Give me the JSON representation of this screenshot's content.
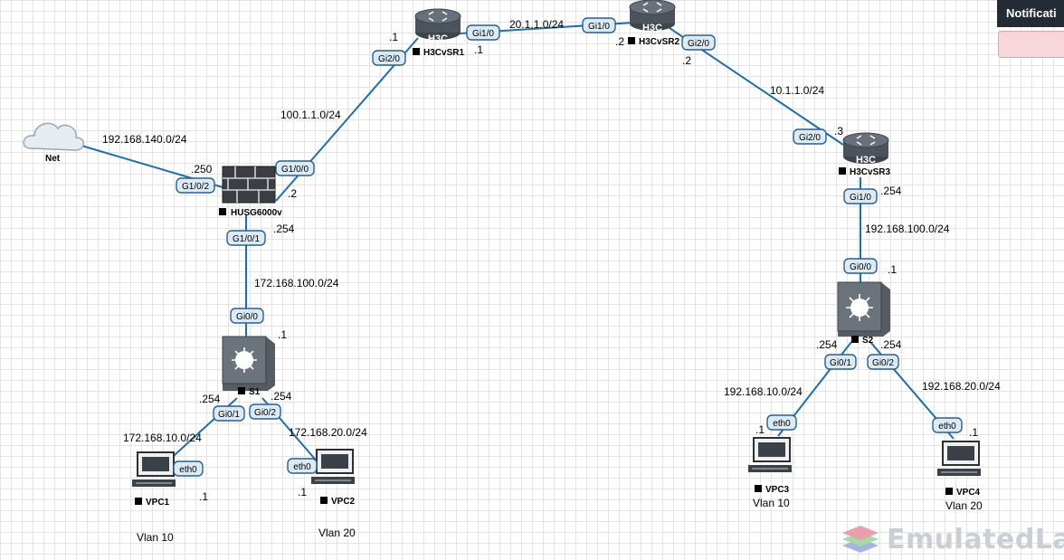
{
  "notification": {
    "title": "Notificati"
  },
  "watermark": {
    "text": "EmulatedLab",
    "colors": [
      "#e9a0a8",
      "#a8d8a8",
      "#a6b4e3"
    ]
  },
  "colors": {
    "link": "#1f6ea5",
    "interface_fill": "#dceaf6",
    "interface_stroke": "#2a5f8d"
  },
  "nodes": {
    "net": {
      "label": "Net",
      "icon": "cloud-icon"
    },
    "fw": {
      "label": "HUSG6000v",
      "icon": "firewall-icon"
    },
    "r1": {
      "label": "H3CvSR1",
      "icon": "router-icon",
      "badge": "H3C"
    },
    "r2": {
      "label": "H3CvSR2",
      "icon": "router-icon",
      "badge": "H3C"
    },
    "r3": {
      "label": "H3CvSR3",
      "icon": "router-icon",
      "badge": "H3C"
    },
    "s1": {
      "label": "S1",
      "icon": "switch-icon"
    },
    "s2": {
      "label": "S2",
      "icon": "switch-icon"
    },
    "vpc1": {
      "label": "VPC1",
      "icon": "pc-icon",
      "vlan": "Vlan 10"
    },
    "vpc2": {
      "label": "VPC2",
      "icon": "pc-icon",
      "vlan": "Vlan 20"
    },
    "vpc3": {
      "label": "VPC3",
      "icon": "pc-icon",
      "vlan": "Vlan 10"
    },
    "vpc4": {
      "label": "VPC4",
      "icon": "pc-icon",
      "vlan": "Vlan 20"
    }
  },
  "networks": {
    "net_fw": "192.168.140.0/24",
    "fw_r1": "100.1.1.0/24",
    "r1_r2": "20.1.1.0/24",
    "r2_r3": "10.1.1.0/24",
    "r3_s2": "192.168.100.0/24",
    "fw_s1": "172.168.100.0/24",
    "s1_vpc1": "172.168.10.0/24",
    "s1_vpc2": "172.168.20.0/24",
    "s2_vpc3": "192.168.10.0/24",
    "s2_vpc4": "192.168.20.0/24"
  },
  "interfaces": {
    "fw_g102": "G1/0/2",
    "fw_g100": "G1/0/0",
    "fw_g101": "G1/0/1",
    "r1_gi20": "Gi2/0",
    "r1_gi10": "Gi1/0",
    "r2_gi10": "Gi1/0",
    "r2_gi20": "Gi2/0",
    "r3_gi20": "Gi2/0",
    "r3_gi10": "Gi1/0",
    "s1_gi00": "Gi0/0",
    "s1_gi01": "Gi0/1",
    "s1_gi02": "Gi0/2",
    "s2_gi00": "Gi0/0",
    "s2_gi01": "Gi0/1",
    "s2_gi02": "Gi0/2",
    "vpc1_eth0": "eth0",
    "vpc2_eth0": "eth0",
    "vpc3_eth0": "eth0",
    "vpc4_eth0": "eth0"
  },
  "ips": {
    "fw_net": ".250",
    "fw_r1": ".2",
    "fw_s1": ".254",
    "r1_fw": ".1",
    "r1_r2": ".1",
    "r2_r1": ".2",
    "r2_r3": ".2",
    "r3_r2": ".3",
    "r3_s2": ".254",
    "s2_r3": ".1",
    "s1_fw": ".1",
    "s1_vpc1": ".254",
    "s1_vpc2": ".254",
    "vpc1": ".1",
    "vpc2": ".1",
    "s2_vpc3": ".254",
    "s2_vpc4": ".254",
    "vpc3": ".1",
    "vpc4": ".1"
  }
}
